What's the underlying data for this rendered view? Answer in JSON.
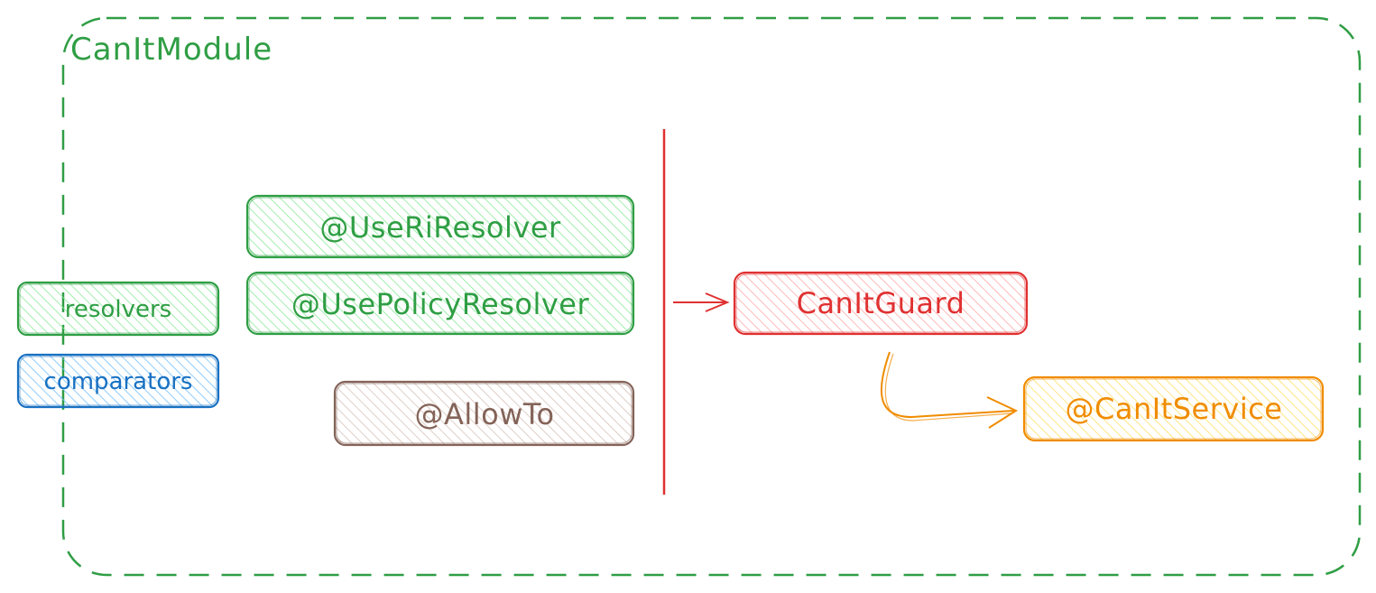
{
  "module": {
    "title": "CanItModule",
    "color": "#2f9e44"
  },
  "nodes": {
    "resolvers": {
      "label": "resolvers",
      "stroke": "#2f9e44",
      "fill": "#b2f2bb",
      "text": "#2f9e44"
    },
    "comparators": {
      "label": "comparators",
      "stroke": "#1971c2",
      "fill": "#a5d8ff",
      "text": "#1971c2"
    },
    "use_ri_resolver": {
      "label": "@UseRiResolver",
      "stroke": "#2f9e44",
      "fill": "#b2f2bb",
      "text": "#2f9e44"
    },
    "use_policy_resolver": {
      "label": "@UsePolicyResolver",
      "stroke": "#2f9e44",
      "fill": "#b2f2bb",
      "text": "#2f9e44"
    },
    "allow_to": {
      "label": "@AllowTo",
      "stroke": "#846358",
      "fill": "#eaddd7",
      "text": "#846358"
    },
    "can_it_guard": {
      "label": "CanItGuard",
      "stroke": "#e03131",
      "fill": "#ffc9c9",
      "text": "#e03131"
    },
    "can_it_service": {
      "label": "@CanItService",
      "stroke": "#f08c00",
      "fill": "#ffec99",
      "text": "#f08c00"
    }
  },
  "separator_color": "#e03131",
  "edges": [
    {
      "from": "separator",
      "to": "can_it_guard",
      "color": "#e03131"
    },
    {
      "from": "can_it_guard",
      "to": "can_it_service",
      "color": "#f08c00"
    }
  ]
}
